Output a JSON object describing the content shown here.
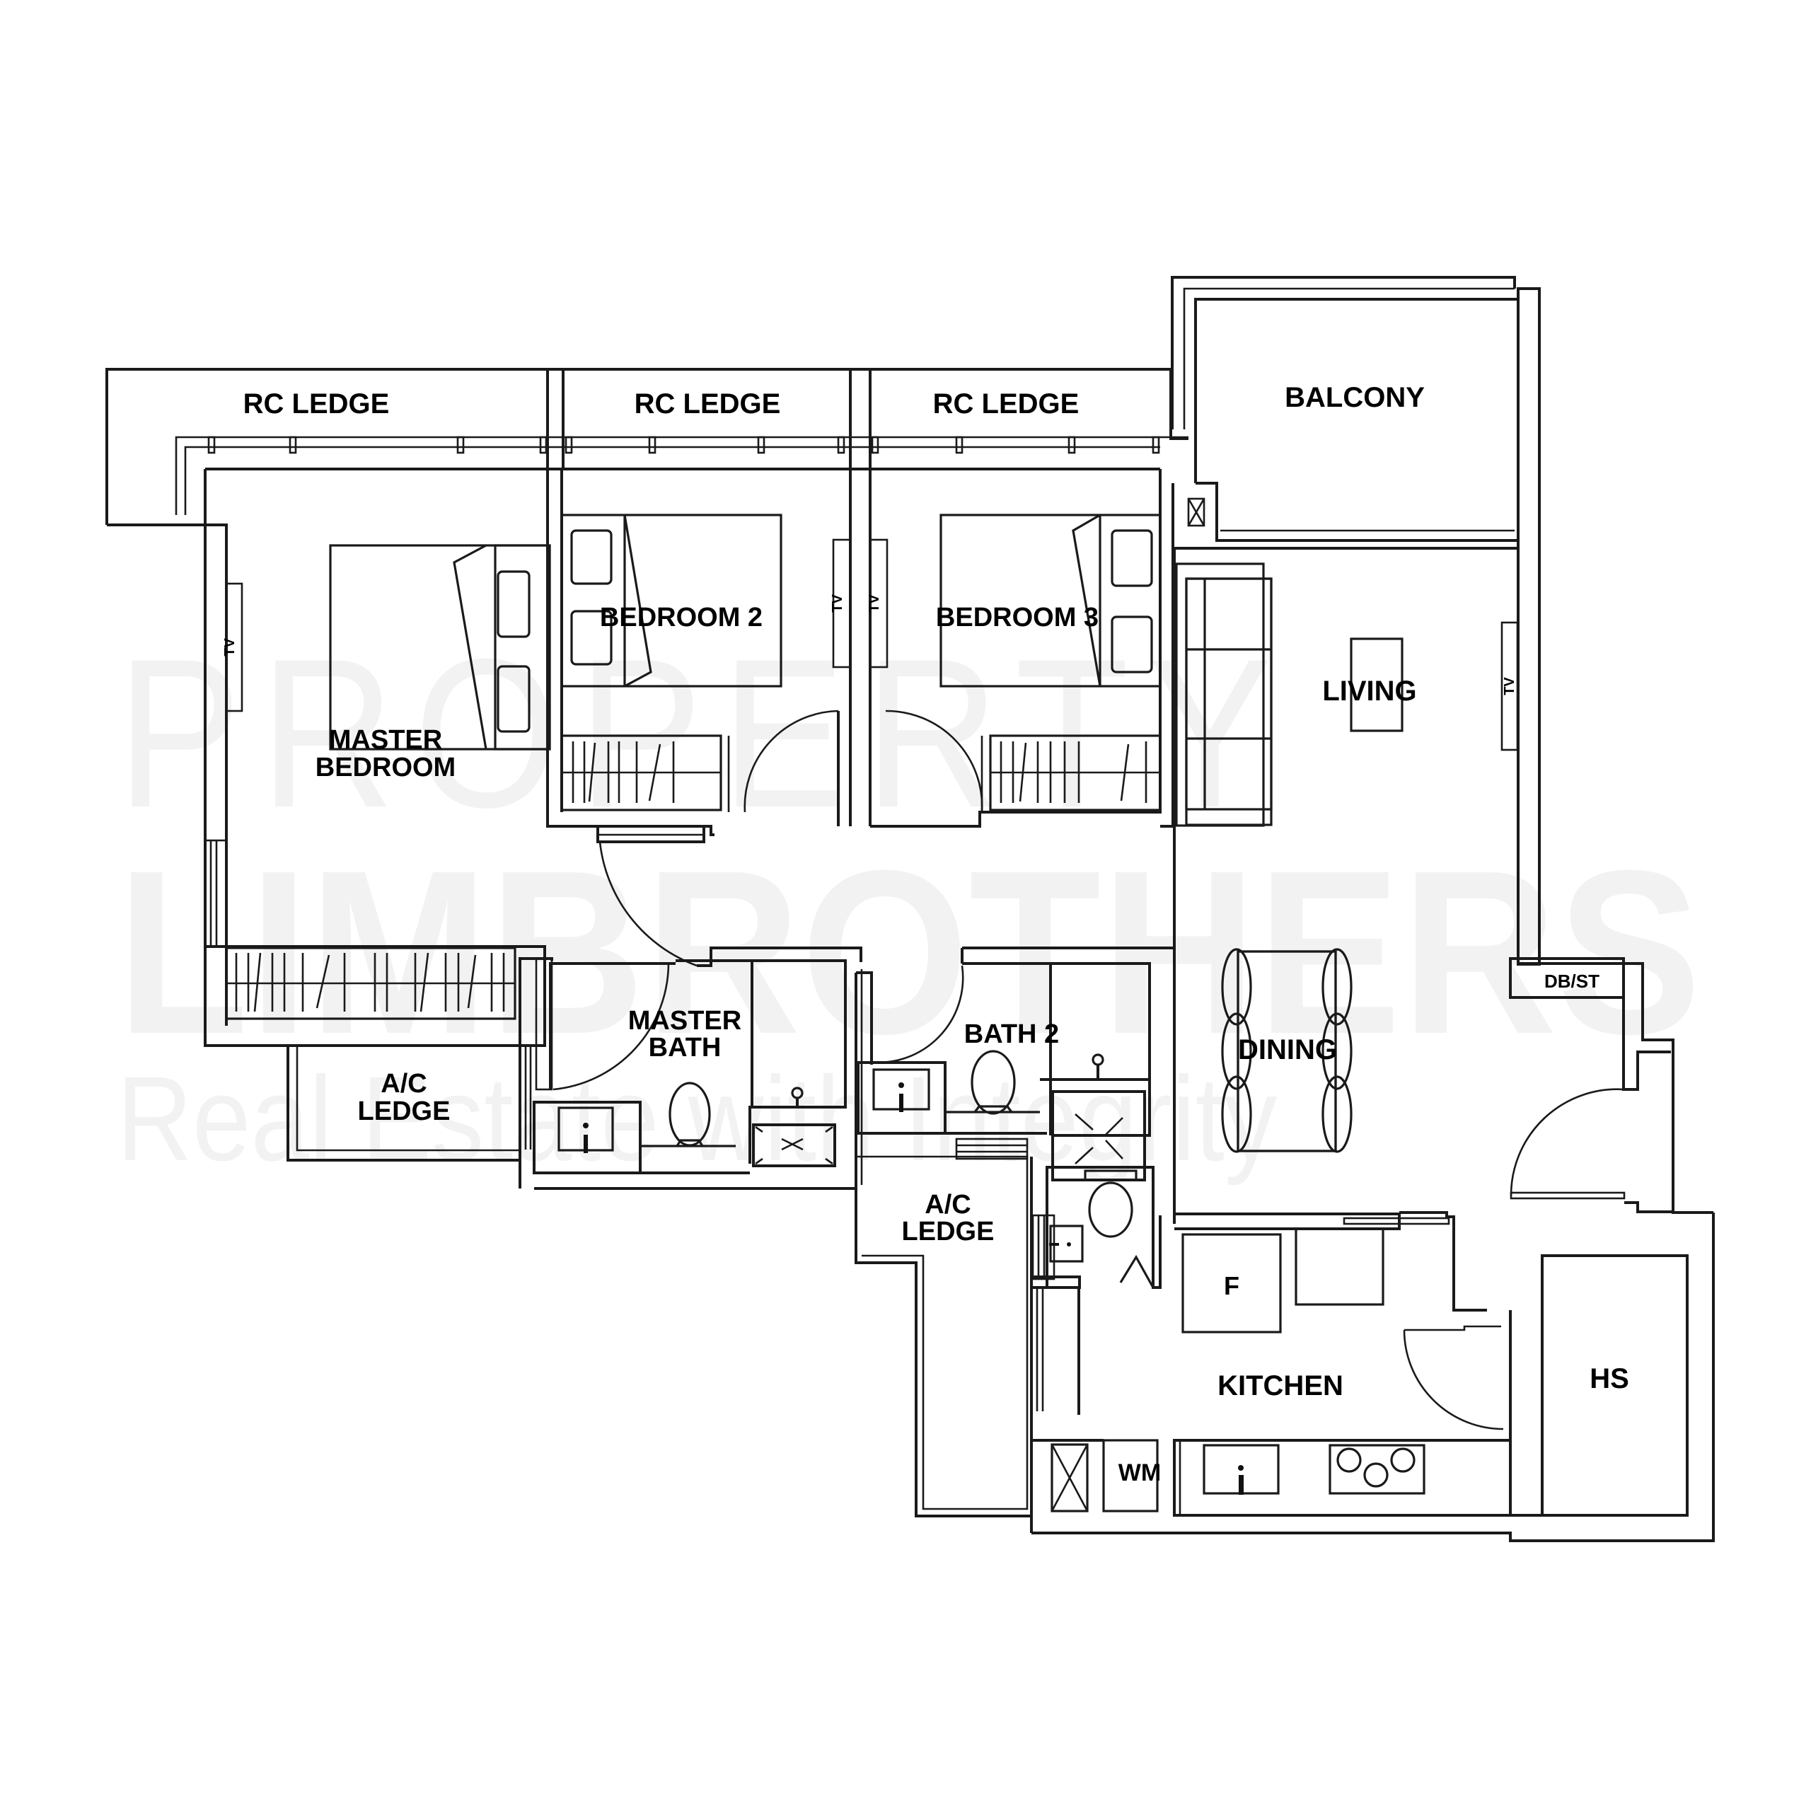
{
  "watermark": {
    "line1": "PROPERTY",
    "line2": "LIMBROTHERS",
    "tagline": "Real Estate with Integrity",
    "color": "#f2f2f2"
  },
  "rooms": {
    "rc_ledge_1": "RC LEDGE",
    "rc_ledge_2": "RC LEDGE",
    "rc_ledge_3": "RC LEDGE",
    "balcony": "BALCONY",
    "master_bedroom_line1": "MASTER",
    "master_bedroom_line2": "BEDROOM",
    "bedroom_2": "BEDROOM 2",
    "bedroom_3": "BEDROOM 3",
    "living": "LIVING",
    "dining": "DINING",
    "master_bath_line1": "MASTER",
    "master_bath_line2": "BATH",
    "bath_2": "BATH 2",
    "ac_ledge_1_line1": "A/C",
    "ac_ledge_1_line2": "LEDGE",
    "ac_ledge_2_line1": "A/C",
    "ac_ledge_2_line2": "LEDGE",
    "kitchen": "KITCHEN",
    "hs": "HS",
    "db_st": "DB/ST"
  },
  "fixtures": {
    "tv_master": "TV",
    "tv_bedroom2": "TV",
    "tv_bedroom3": "TV",
    "tv_living": "TV",
    "fridge": "F",
    "washing_machine": "WM"
  },
  "colors": {
    "line": "#1a1a1a",
    "text": "#000000",
    "background": "#ffffff"
  }
}
